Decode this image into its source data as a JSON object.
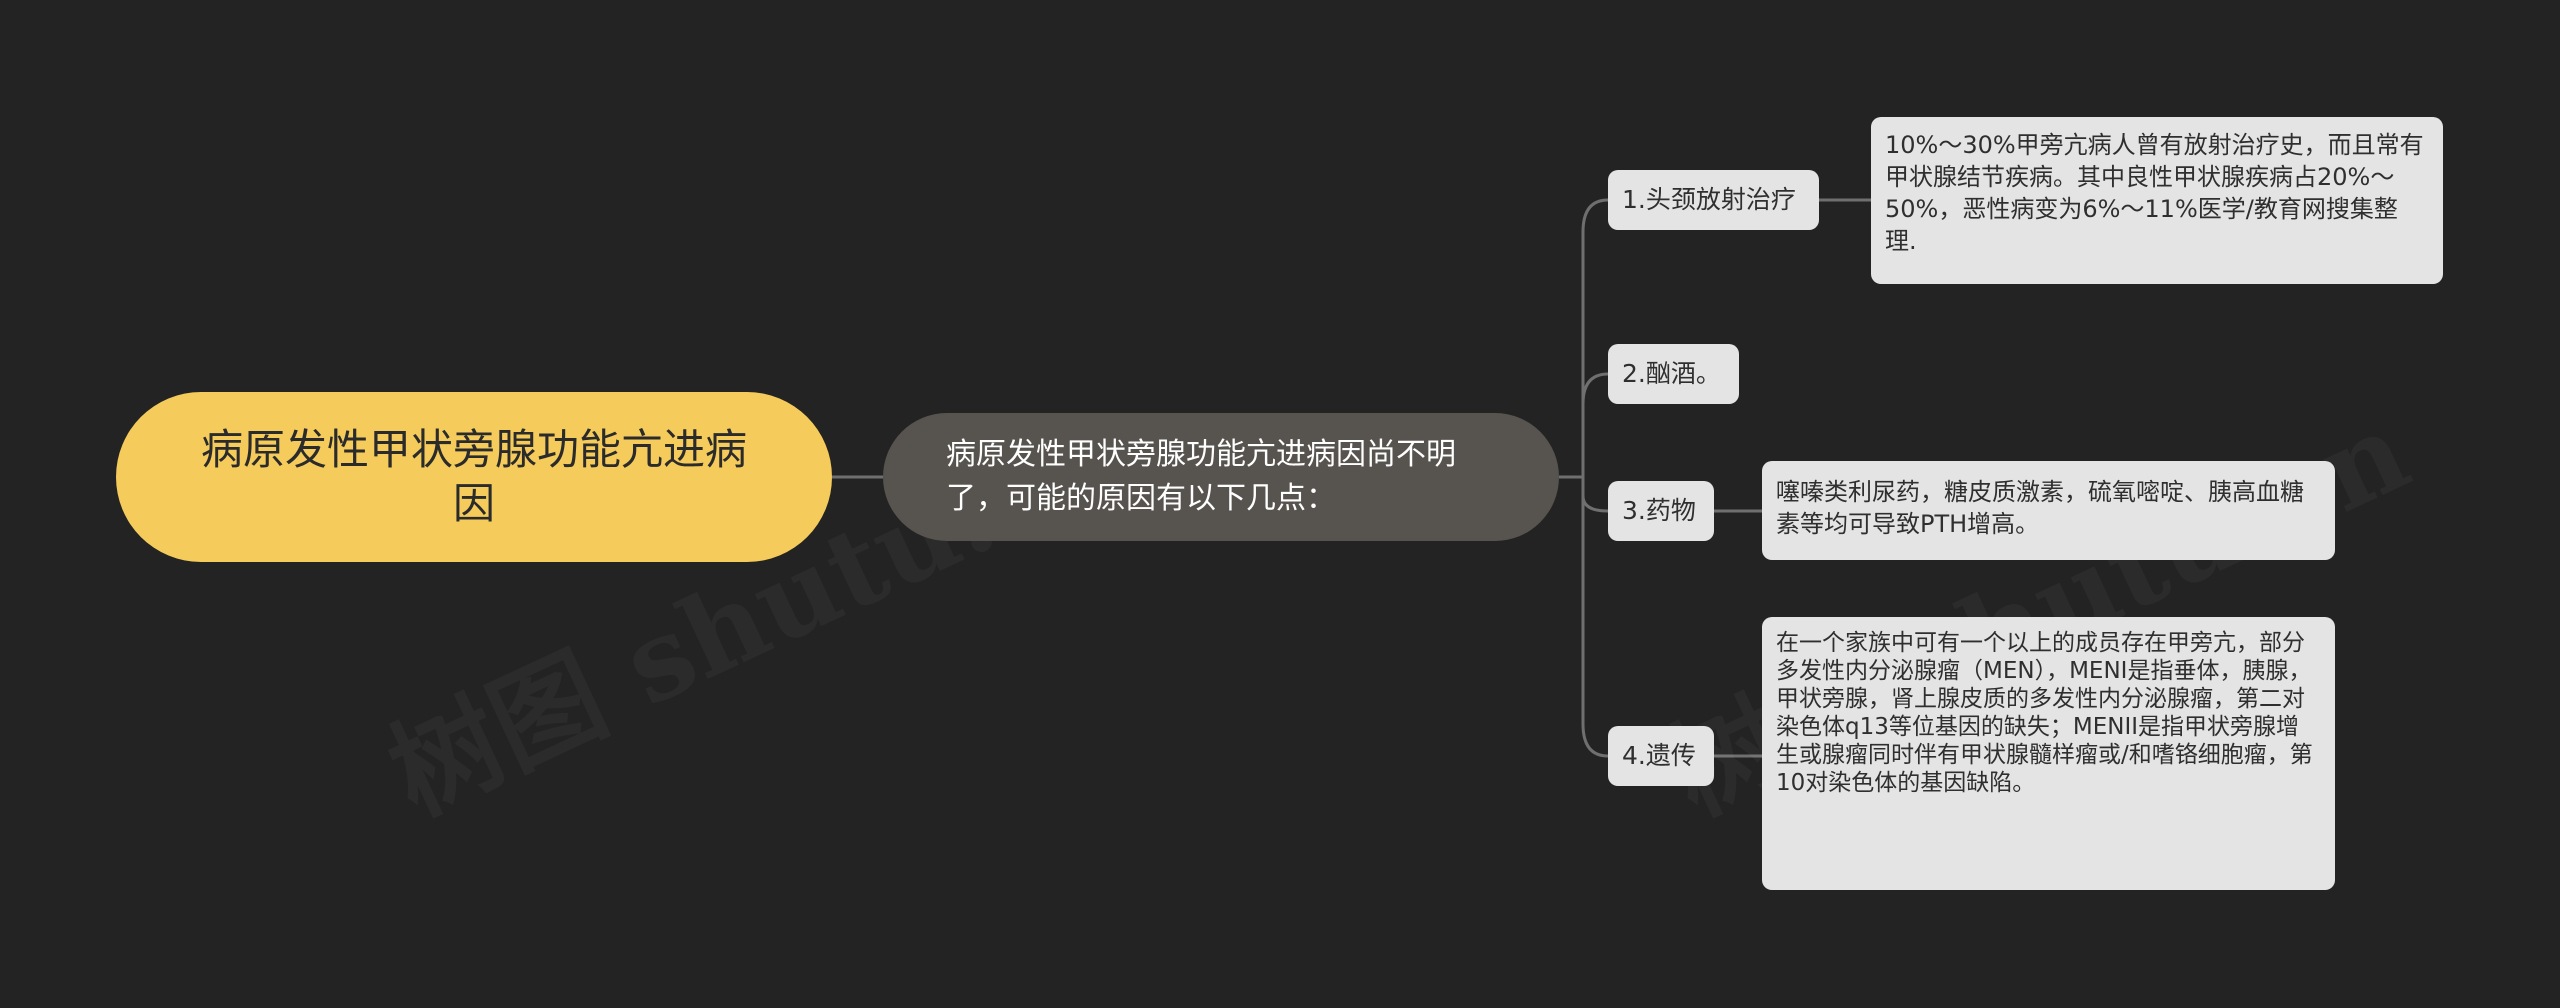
{
  "root": {
    "label": "病原发性甲状旁腺功能亢进病因"
  },
  "hub": {
    "label": "病原发性甲状旁腺功能亢进病因尚不明了，可能的原因有以下几点："
  },
  "branches": [
    {
      "label": "1.头颈放射治疗",
      "detail": "10%～30%甲旁亢病人曾有放射治疗史，而且常有甲状腺结节疾病。其中良性甲状腺疾病占20%～50%，恶性病变为6%～11%医学/教育网搜集整理."
    },
    {
      "label": "2.酗酒。"
    },
    {
      "label": "3.药物",
      "detail": "噻嗪类利尿药，糖皮质激素，硫氧嘧啶、胰高血糖素等均可导致PTH增高。"
    },
    {
      "label": "4.遗传",
      "detail": "在一个家族中可有一个以上的成员存在甲旁亢，部分多发性内分泌腺瘤（MEN），MENI是指垂体，胰腺，甲状旁腺，肾上腺皮质的多发性内分泌腺瘤，第二对染色体q13等位基因的缺失；MENII是指甲状旁腺增生或腺瘤同时伴有甲状腺髓样瘤或/和嗜铬细胞瘤，第10对染色体的基因缺陷。"
    }
  ],
  "watermark": "树图 shutu.cn",
  "colors": {
    "background": "#232323",
    "root_fill": "#f5cc5b",
    "hub_fill": "#57534f",
    "leaf_fill": "#e4e4e4",
    "connector": "#6f6f6f"
  }
}
